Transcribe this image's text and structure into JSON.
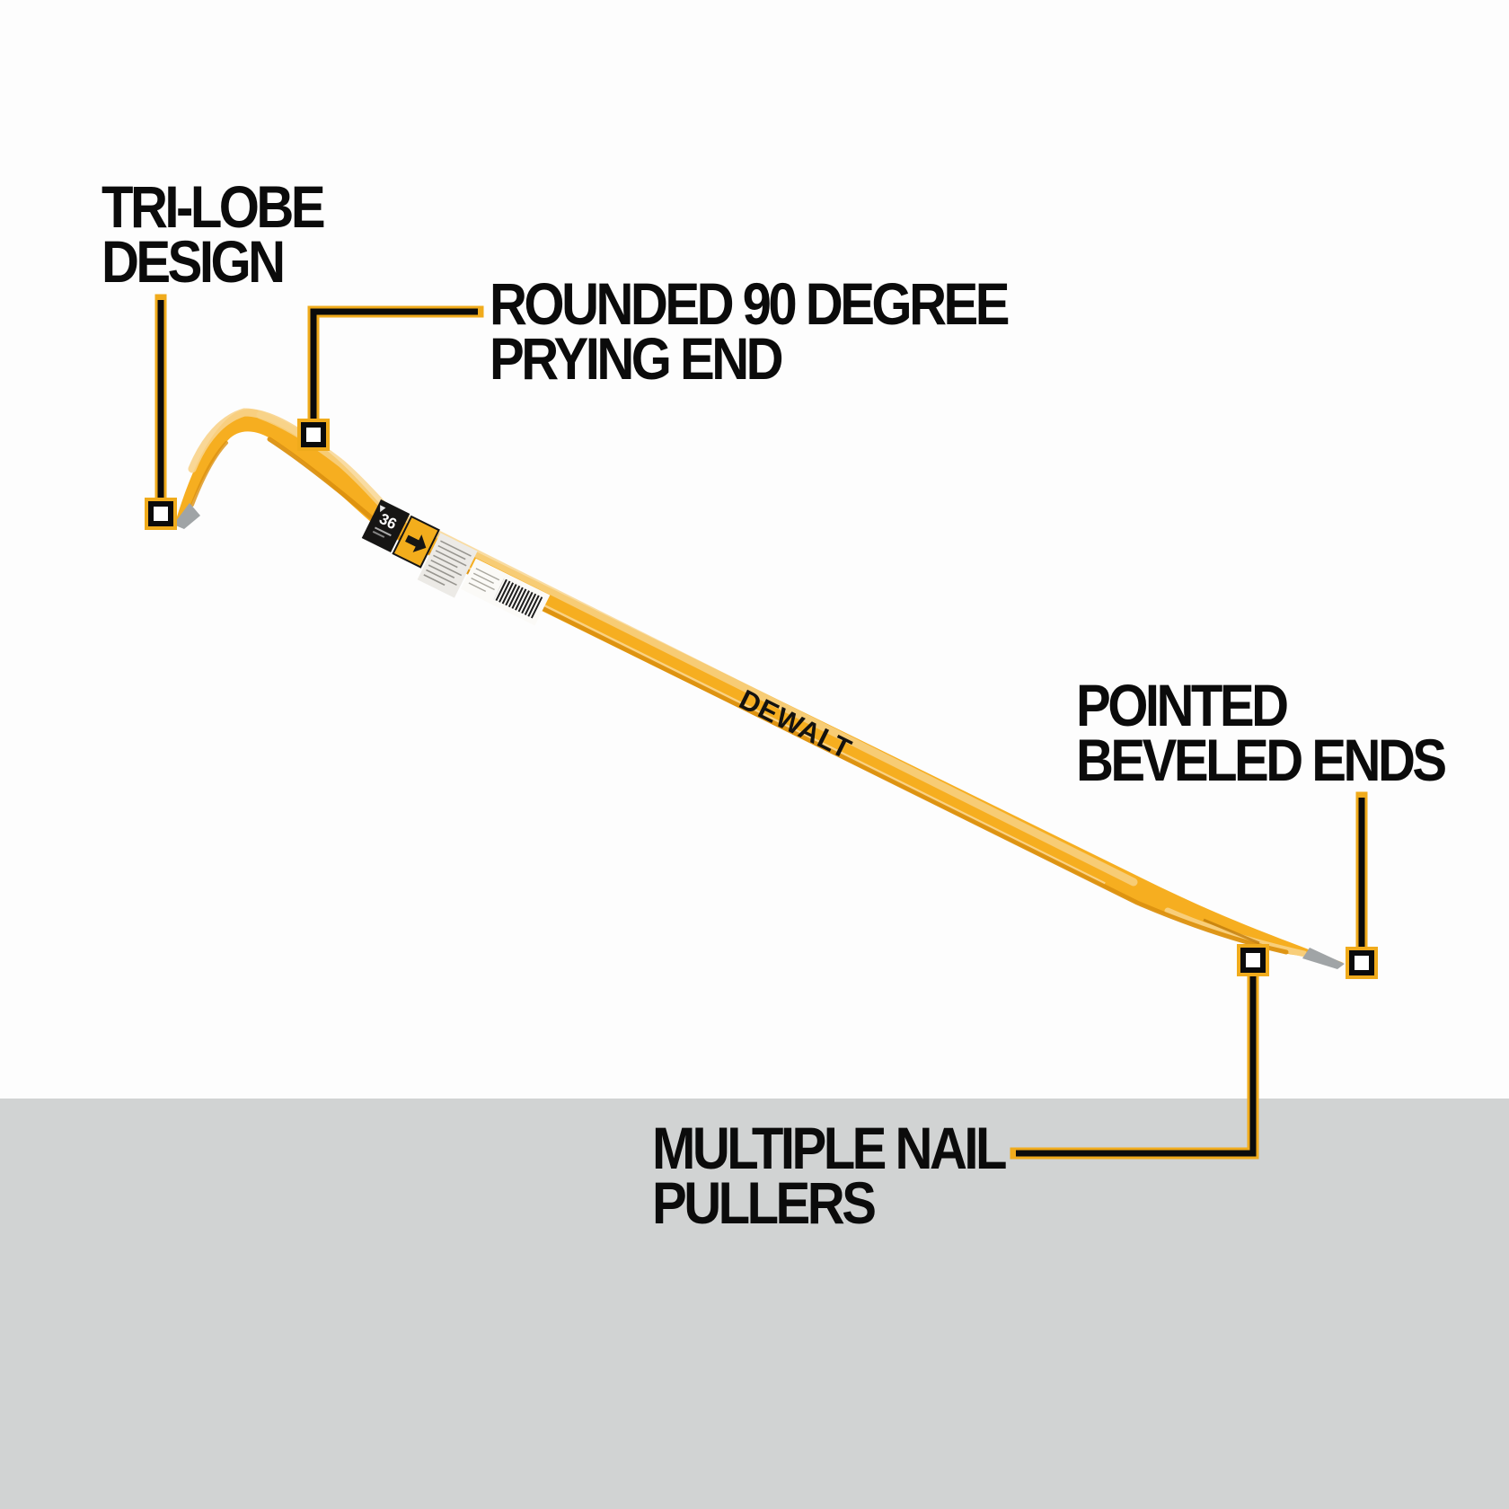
{
  "colors": {
    "background": "#fdfdfd",
    "floor": "#d1d3d3",
    "text": "#0b0b0b",
    "callout_yellow": "#f0ab1c",
    "bar_yellow": "#f6ae20",
    "bar_highlight": "#f8d38b",
    "bar_shadow": "#dc9110",
    "steel_tip": "#a0a4a6"
  },
  "callouts": [
    {
      "id": "tri-lobe",
      "lines": [
        "TRI-LOBE",
        "DESIGN"
      ]
    },
    {
      "id": "prying-end",
      "lines": [
        "ROUNDED 90 DEGREE",
        "PRYING END"
      ]
    },
    {
      "id": "beveled-ends",
      "lines": [
        "POINTED",
        "BEVELED ENDS"
      ]
    },
    {
      "id": "nail-pullers",
      "lines": [
        "MULTIPLE NAIL",
        "PULLERS"
      ]
    }
  ],
  "bar": {
    "brand": "DEWALT",
    "size_label": "36"
  }
}
